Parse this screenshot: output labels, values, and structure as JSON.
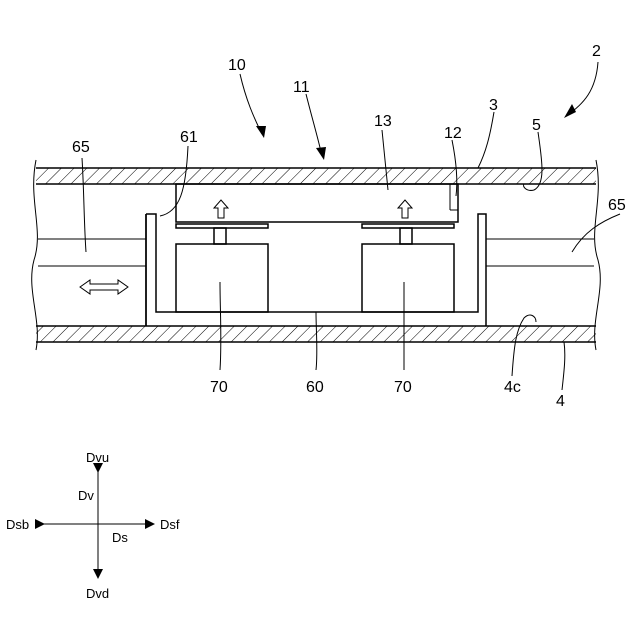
{
  "labels": {
    "ref_2": "2",
    "ref_10": "10",
    "ref_11": "11",
    "ref_3": "3",
    "ref_5": "5",
    "ref_12": "12",
    "ref_13": "13",
    "ref_61": "61",
    "ref_65_left": "65",
    "ref_65_right": "65",
    "ref_60": "60",
    "ref_70_left": "70",
    "ref_70_right": "70",
    "ref_4c": "4c",
    "ref_4": "4"
  },
  "axes": {
    "up": "Dvu",
    "down": "Dvd",
    "back": "Dsb",
    "front": "Dsf",
    "vertical": "Dv",
    "horizontal": "Ds"
  }
}
